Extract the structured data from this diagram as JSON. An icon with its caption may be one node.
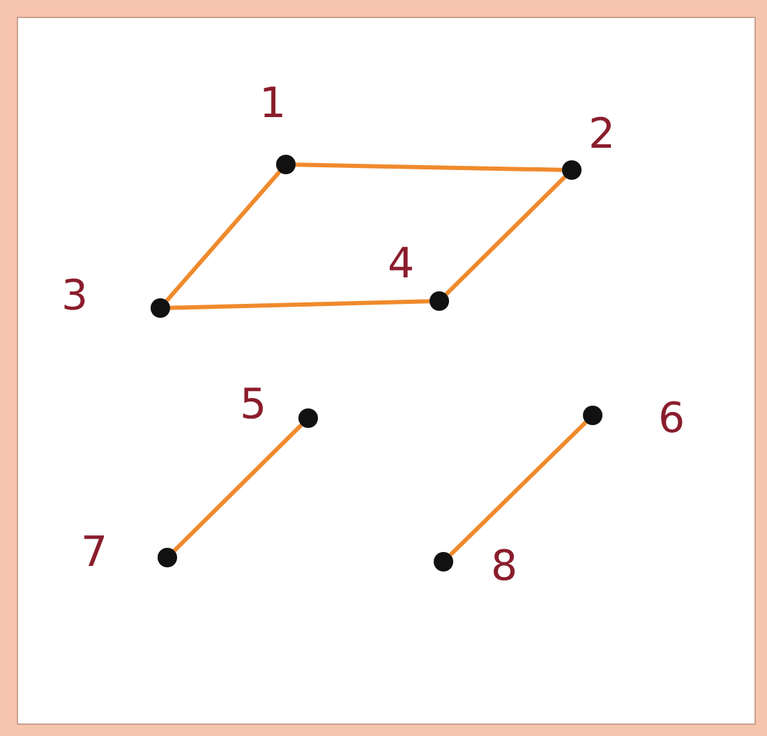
{
  "diagram": {
    "nodes": [
      {
        "text": [],
        "shape": "circle",
        "beside": [
          "1"
        ]
      },
      {
        "text": [],
        "shape": "circle",
        "beside": [
          "2"
        ]
      },
      {
        "text": [],
        "shape": "circle",
        "beside": [
          "3"
        ]
      },
      {
        "text": [],
        "shape": "circle",
        "beside": [
          "4"
        ]
      },
      {
        "text": [],
        "shape": "circle",
        "beside": [
          "5"
        ]
      },
      {
        "text": [],
        "shape": "circle",
        "beside": [
          "6"
        ]
      },
      {
        "text": [],
        "shape": "circle",
        "beside": [
          "7"
        ]
      },
      {
        "text": [],
        "shape": "circle",
        "beside": [
          "8"
        ]
      }
    ],
    "edges": [
      {
        "from": 0,
        "to": 1,
        "arrow": "none"
      },
      {
        "from": 0,
        "to": 2,
        "arrow": "none"
      },
      {
        "from": 2,
        "to": 3,
        "arrow": "none"
      },
      {
        "from": 3,
        "to": 1,
        "arrow": "none"
      },
      {
        "from": 4,
        "to": 6,
        "arrow": "none"
      },
      {
        "from": 5,
        "to": 7,
        "arrow": "none"
      }
    ]
  }
}
